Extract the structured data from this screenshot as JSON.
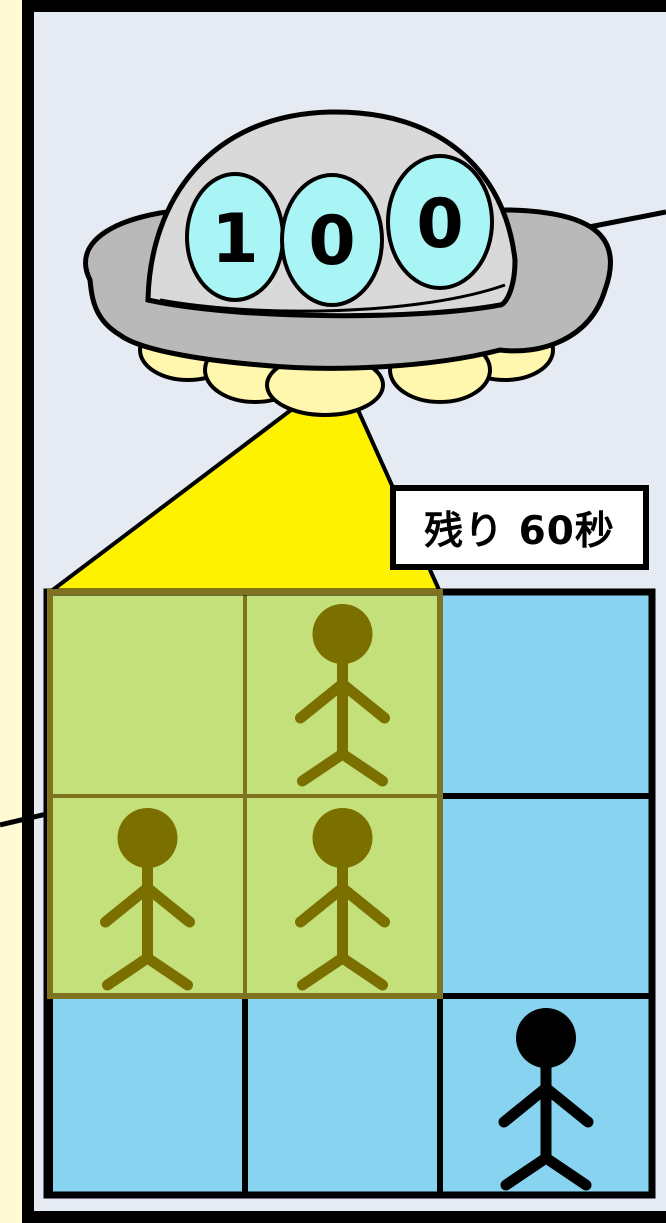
{
  "score": {
    "digits": [
      "1",
      "0",
      "0"
    ],
    "label": "100"
  },
  "timer": {
    "label": "残り 60秒"
  },
  "grid": {
    "rows": 3,
    "cols": 3,
    "cells": [
      {
        "row": 0,
        "col": 0,
        "highlighted": true,
        "person": false
      },
      {
        "row": 0,
        "col": 1,
        "highlighted": true,
        "person": true
      },
      {
        "row": 0,
        "col": 2,
        "highlighted": false,
        "person": false
      },
      {
        "row": 1,
        "col": 0,
        "highlighted": true,
        "person": true
      },
      {
        "row": 1,
        "col": 1,
        "highlighted": true,
        "person": true
      },
      {
        "row": 1,
        "col": 2,
        "highlighted": false,
        "person": false
      },
      {
        "row": 2,
        "col": 0,
        "highlighted": false,
        "person": false
      },
      {
        "row": 2,
        "col": 1,
        "highlighted": false,
        "person": false
      },
      {
        "row": 2,
        "col": 2,
        "highlighted": false,
        "person": true
      }
    ]
  },
  "colors": {
    "page_background": "#fffad3",
    "panel_background": "#e6eaf3",
    "cell_default": "#87d3f0",
    "cell_highlighted": "#c3e07a",
    "highlight_border": "#807320",
    "person_in_beam": "#7b6f00",
    "person_default": "#000000",
    "beam": "#fff200",
    "ufo_body": "#b9b9b9",
    "ufo_dome": "#d9d9d9",
    "ufo_window": "#a9f5f5",
    "ufo_lights": "#fff7ad"
  },
  "icons": {
    "ufo": "ufo-icon",
    "person": "stick-figure-icon",
    "beam": "tractor-beam"
  }
}
